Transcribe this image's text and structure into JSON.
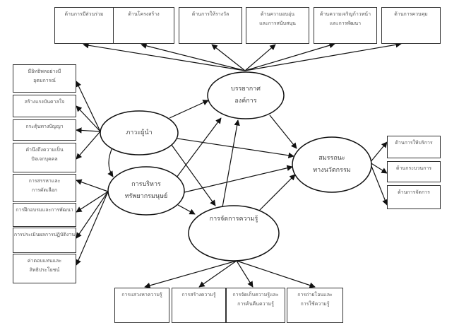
{
  "diagram": {
    "latent": {
      "leadership": "ภาวะผู้นำ",
      "hrm": [
        "การบริหาร",
        "ทรัพยากรมนุษย์"
      ],
      "climate": [
        "บรรยากาศ",
        "องค์การ"
      ],
      "km": "การจัดการความรู้",
      "innovation": [
        "สมรรถนะ",
        "ทางนวัตกรรม"
      ]
    },
    "top_indicators": [
      [
        "ด้านการมีส่วนร่วม"
      ],
      [
        "ด้านโครงสร้าง"
      ],
      [
        "ด้านการให้รางวัล"
      ],
      [
        "ด้านความอบอุ่น",
        "และการสนับสนุน"
      ],
      [
        "ด้านความเจริญก้าวหน้า",
        "และการพัฒนา"
      ],
      [
        "ด้านการควบคุม"
      ]
    ],
    "leadership_indicators": [
      [
        "มีอิทธิพลอย่างมี",
        "อุดมการณ์"
      ],
      [
        "สร้างแรงบันดาลใจ"
      ],
      [
        "กระตุ้นทางปัญญา"
      ],
      [
        "คำนึงถึงความเป็น",
        "ปัจเจกบุคคล"
      ]
    ],
    "hrm_indicators": [
      [
        "การสรรหาและ",
        "การคัดเลือก"
      ],
      [
        "การฝึกอบรมและการพัฒนา"
      ],
      [
        "การประเมินผลการปฏิบัติงาน"
      ],
      [
        "ค่าตอบแทนและ",
        "สิทธิประโยชน์"
      ]
    ],
    "innovation_indicators": [
      [
        "ด้านการให้บริการ"
      ],
      [
        "ด้านกระบวนการ"
      ],
      [
        "ด้านการจัดการ"
      ]
    ],
    "km_indicators": [
      [
        "การแสวงหาความรู้"
      ],
      [
        "การสร้างความรู้"
      ],
      [
        "การจัดเก็บความรู้และ",
        "การค้นคืนความรู้"
      ],
      [
        "การถ่ายโอนและ",
        "การใช้ความรู้"
      ]
    ]
  }
}
